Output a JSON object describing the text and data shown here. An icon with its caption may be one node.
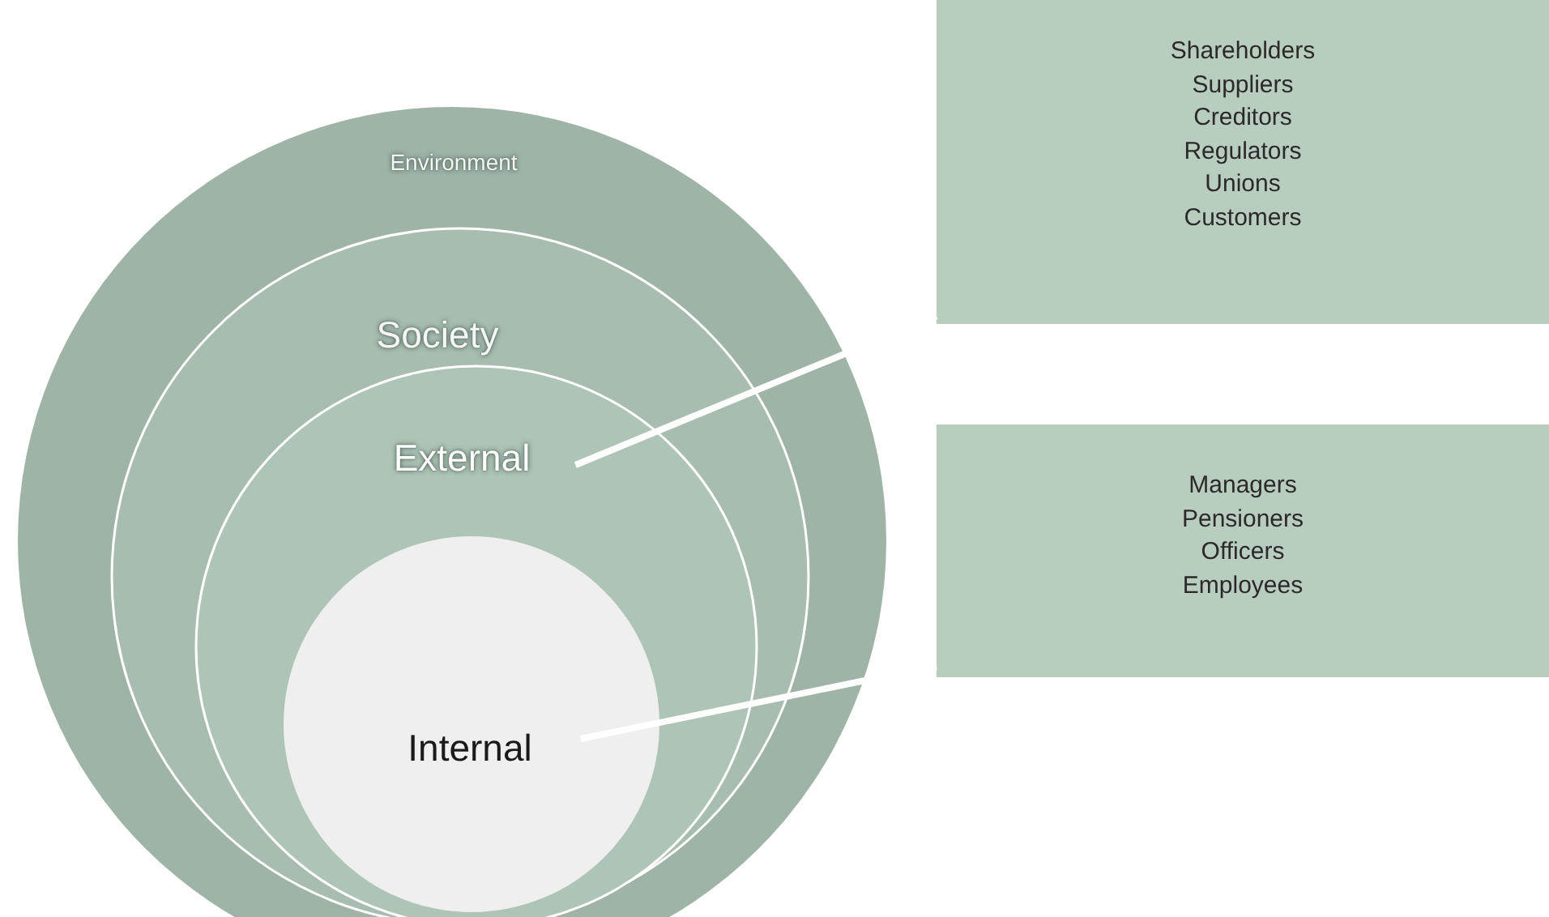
{
  "diagram": {
    "nodes": [
      {
        "text": [
          "Environment"
        ]
      },
      {
        "text": [
          "Society"
        ],
        "in": 0
      },
      {
        "text": [
          "External"
        ],
        "in": 1
      },
      {
        "text": [
          "Internal"
        ],
        "in": 2
      },
      {
        "text": [
          "Shareholders Suppliers Creditors Regulators Unions Customers"
        ]
      },
      {
        "text": [
          "Managers Pensioners Officers Employees"
        ]
      }
    ],
    "edges": [
      {
        "from": 2,
        "to": 4,
        "arrow": "none"
      },
      {
        "from": 3,
        "to": 5,
        "arrow": "none"
      }
    ]
  }
}
